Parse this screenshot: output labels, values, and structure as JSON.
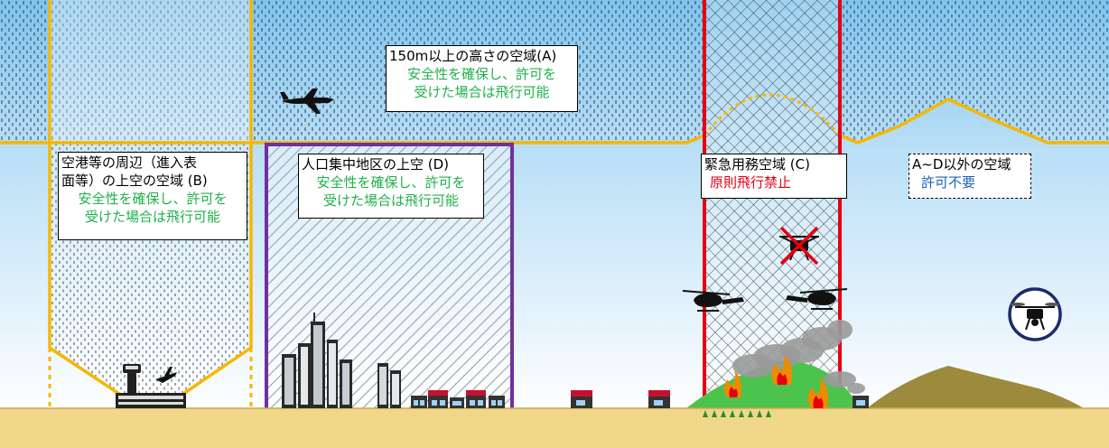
{
  "zones": {
    "A": {
      "title": "150m以上の高さの空域(A)",
      "note_line1": "安全性を確保し、許可を",
      "note_line2": "受けた場合は飛行可能"
    },
    "B": {
      "title_line1": "空港等の周辺（進入表",
      "title_line2": "面等）の上空の空域 (B)",
      "note_line1": "安全性を確保し、許可を",
      "note_line2": "受けた場合は飛行可能"
    },
    "D": {
      "title": "人口集中地区の上空 (D)",
      "note_line1": "安全性を確保し、許可を",
      "note_line2": "受けた場合は飛行可能"
    },
    "C": {
      "title": "緊急用務空域 (C)",
      "note": "原則飛行禁止"
    },
    "other": {
      "title": "A~D以外の空域",
      "note": "許可不要"
    }
  },
  "colors": {
    "zone_A_line": "#f5b800",
    "zone_B_line": "#f5b800",
    "zone_D_line": "#7030a0",
    "zone_C_line": "#e60012",
    "allowed_text": "#22b14c",
    "prohibited_text": "#e60012",
    "free_text": "#1f5fbf",
    "ground": "#f0d78a"
  },
  "icons": [
    "airplane-icon",
    "airport-control-tower-icon",
    "city-buildings-icon",
    "house-icon",
    "helicopter-icon",
    "prohibited-drone-icon",
    "drone-icon",
    "fire-icon",
    "smoke-icon",
    "mountain-icon",
    "tree-icon"
  ]
}
